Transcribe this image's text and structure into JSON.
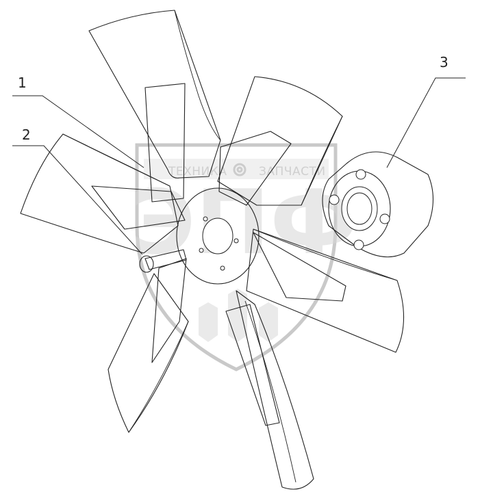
{
  "callouts": [
    {
      "number": "1",
      "part": "fan-blade-assembly"
    },
    {
      "number": "2",
      "part": "bolt"
    },
    {
      "number": "3",
      "part": "fan-hub-spacer"
    }
  ],
  "watermark": {
    "left_word": "ТЕХНИКА",
    "right_word": "ЗАПЧАСТИ",
    "logo": "ЭПФ"
  },
  "colors": {
    "line": "#222222",
    "watermark": "#d0d0d0",
    "background": "#ffffff"
  }
}
